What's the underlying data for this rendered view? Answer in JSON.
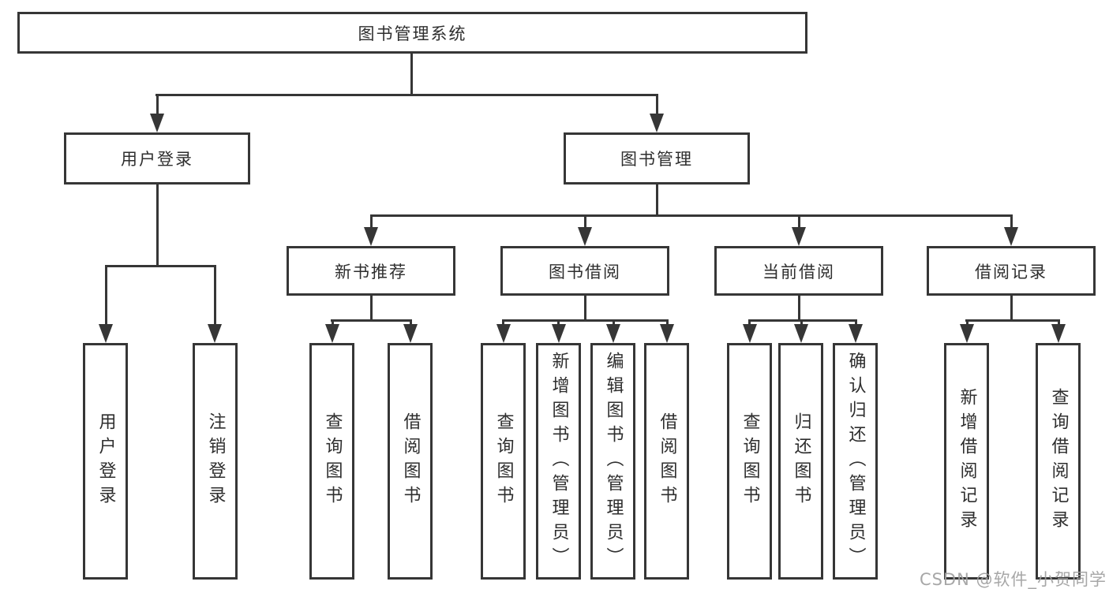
{
  "root": {
    "label": "图书管理系统"
  },
  "branches": {
    "user_login": {
      "label": "用户登录",
      "children": [
        "用户登录",
        "注销登录"
      ]
    },
    "book_mgmt": {
      "label": "图书管理",
      "sections": {
        "new_books": {
          "label": "新书推荐",
          "children": [
            "查询图书",
            "借阅图书"
          ]
        },
        "book_borrow": {
          "label": "图书借阅",
          "children": [
            "查询图书",
            "新增图书（管理员）",
            "编辑图书（管理员）",
            "借阅图书"
          ]
        },
        "current_borrow": {
          "label": "当前借阅",
          "children": [
            "查询图书",
            "归还图书",
            "确认归还（管理员）"
          ]
        },
        "borrow_records": {
          "label": "借阅记录",
          "children": [
            "新增借阅记录",
            "查询借阅记录"
          ]
        }
      }
    }
  },
  "watermark": "CSDN @软件_小贺同学",
  "colors": {
    "line": "#363636",
    "text": "#2e2e2e",
    "box_background": "#ffffff",
    "page_background": "#ffffff",
    "watermark": "#a0a0a0"
  }
}
